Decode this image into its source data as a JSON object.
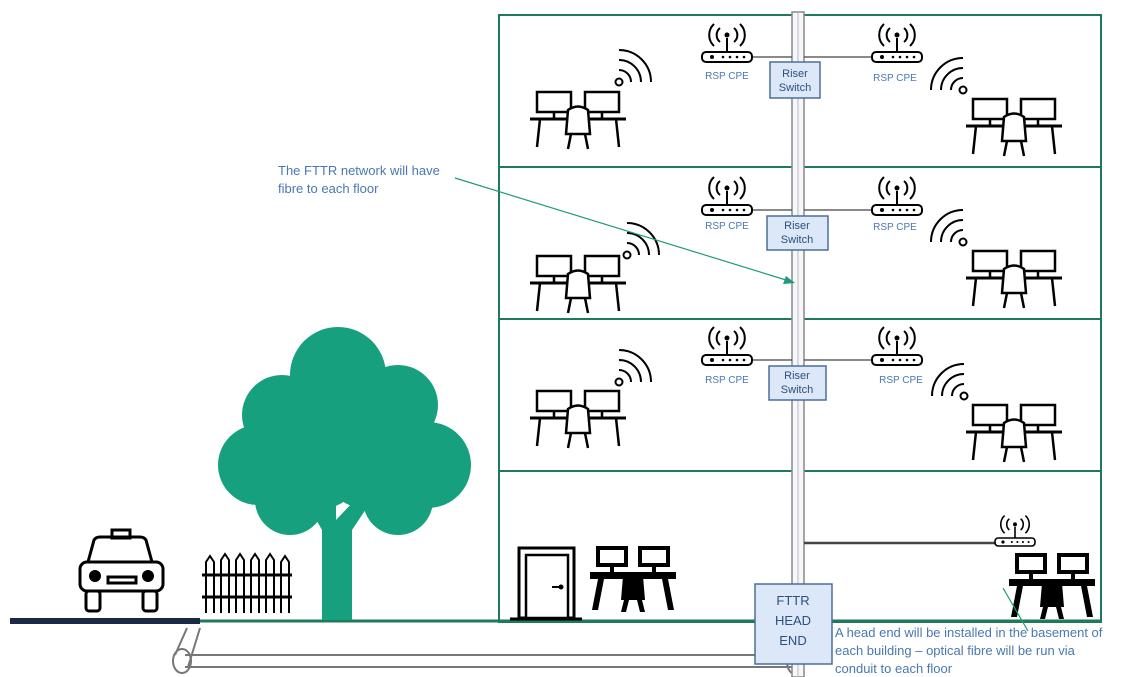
{
  "floors": [
    {
      "id": "floor-4",
      "riser_switch": [
        "Riser",
        "Switch"
      ],
      "cpe_left": "RSP CPE",
      "cpe_right": "RSP CPE"
    },
    {
      "id": "floor-3",
      "riser_switch": [
        "Riser",
        "Switch"
      ],
      "cpe_left": "RSP CPE",
      "cpe_right": "RSP CPE"
    },
    {
      "id": "floor-2",
      "riser_switch": [
        "Riser",
        "Switch"
      ],
      "cpe_left": "RSP CPE",
      "cpe_right": "RSP CPE"
    }
  ],
  "head_end": [
    "FTTR",
    "HEAD",
    "END"
  ],
  "annotations": {
    "fttr_network": [
      "The FTTR network will have",
      "fibre to each floor"
    ],
    "head_end_note": [
      "A head end will be installed in the basement of",
      "each building – optical fibre will be run via",
      "conduit to each floor"
    ]
  },
  "colors": {
    "building_outline": "#1e7a5a",
    "tree": "#17a07e",
    "label_blue": "#4a78b0",
    "box_fill": "#dce8f7",
    "box_stroke": "#4a6f9a",
    "ground": "#1e7a5a",
    "street": "#1b2a44"
  },
  "icons": [
    "wifi-router-icon",
    "wifi-signal-icon",
    "workstation-desk-icon",
    "door-icon",
    "car-icon",
    "fence-icon",
    "tree-icon"
  ]
}
